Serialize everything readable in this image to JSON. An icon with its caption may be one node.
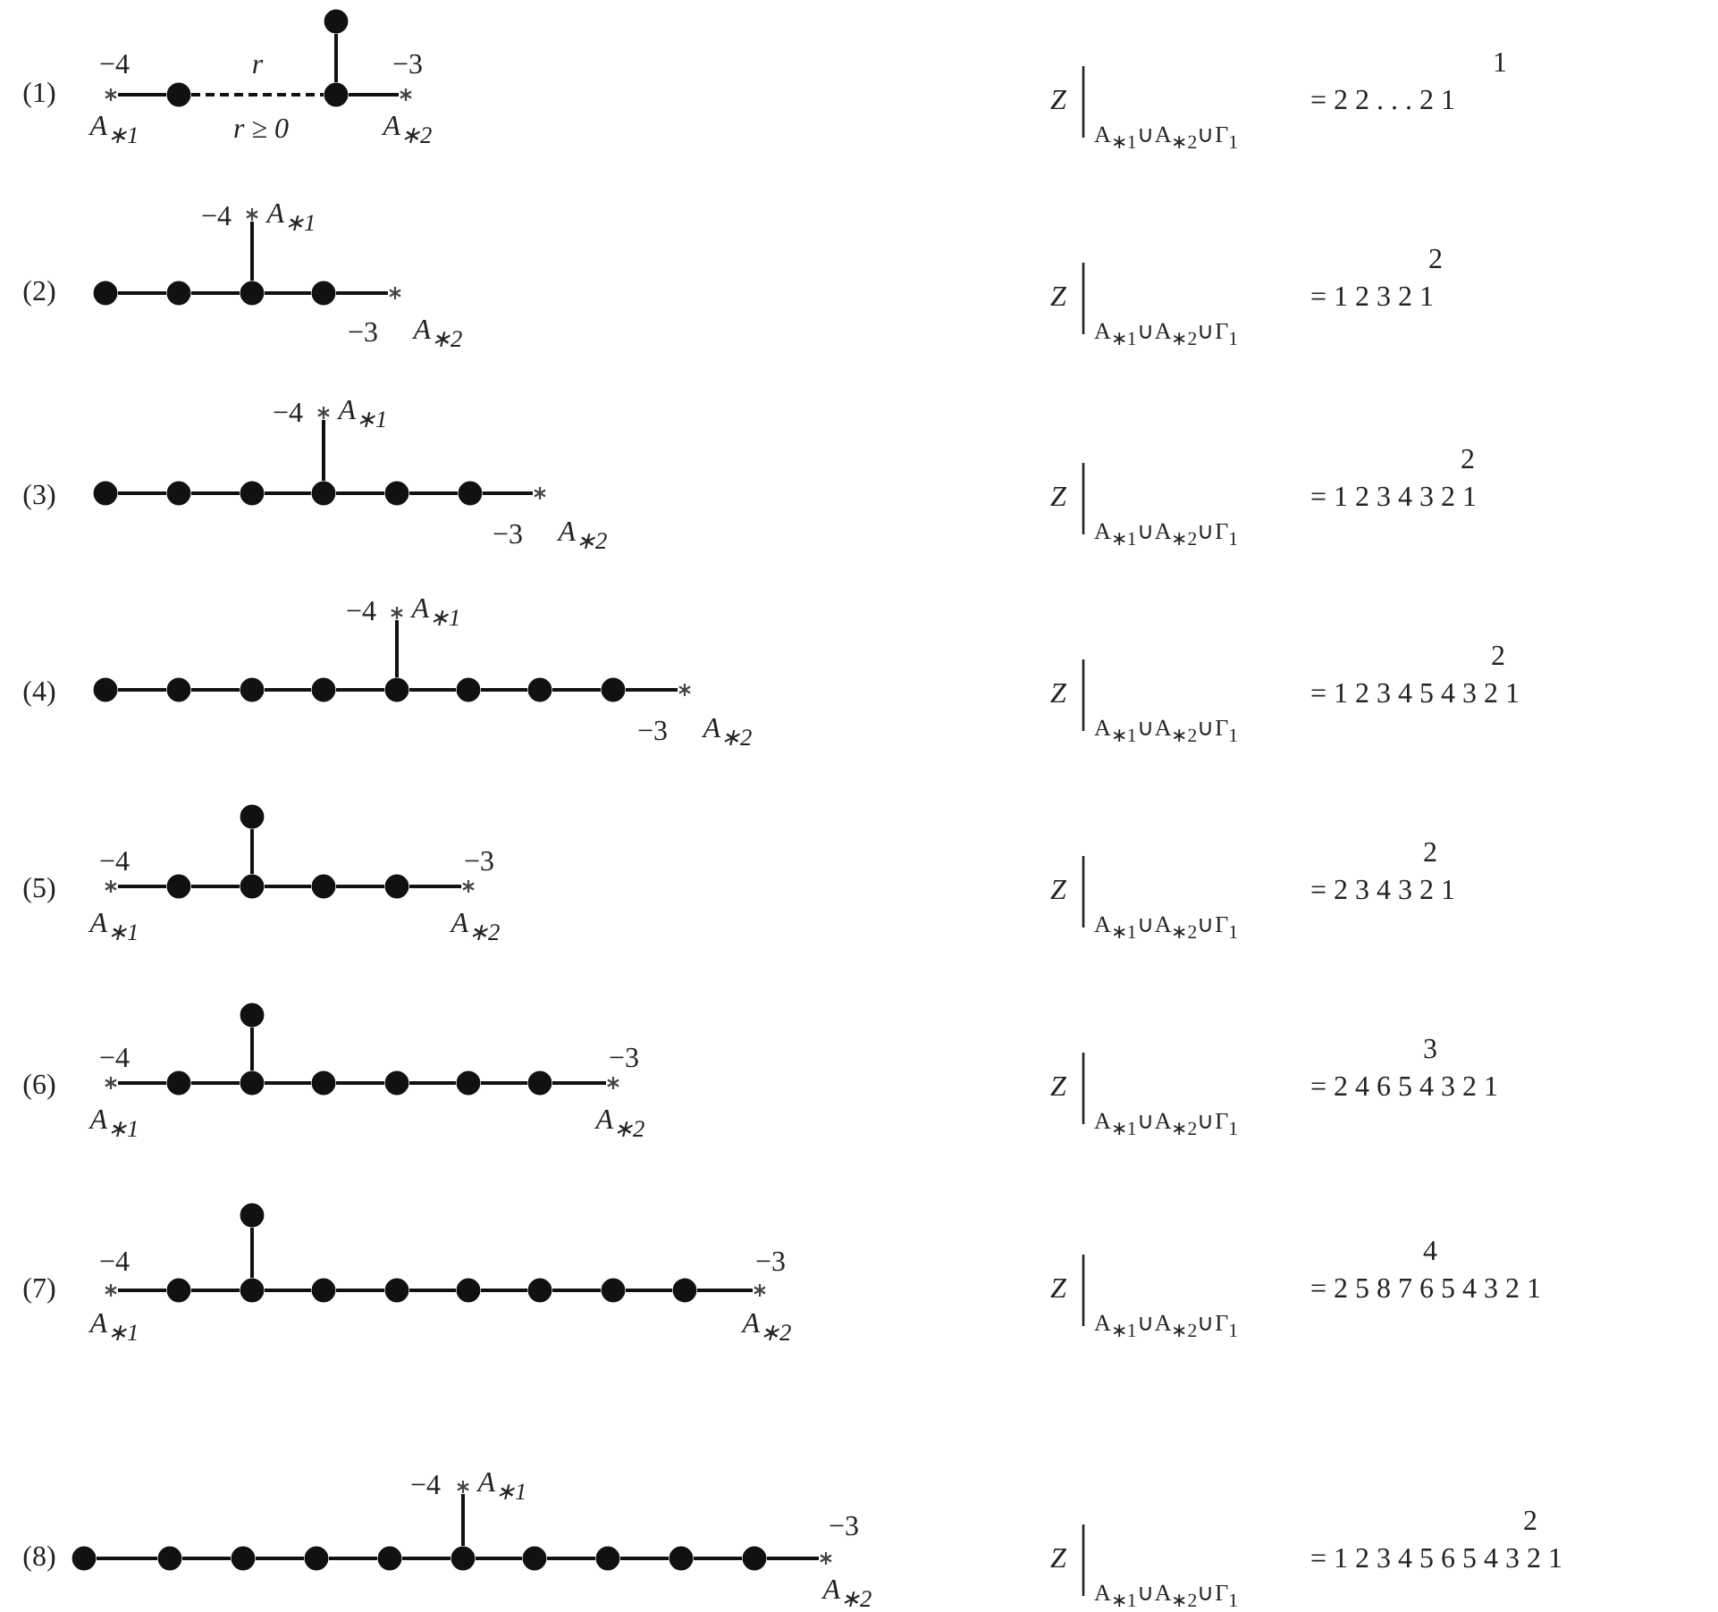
{
  "diagram": {
    "nodes": [
      {
        "text": [],
        "shape": "circle"
      },
      {
        "text": [],
        "shape": "asterisk"
      },
      {
        "text": [],
        "shape": "circle"
      },
      {
        "text": [],
        "shape": "circle"
      },
      {
        "text": [],
        "shape": "asterisk"
      },
      {
        "text": [],
        "shape": "asterisk"
      },
      {
        "text": [],
        "shape": "circle"
      },
      {
        "text": [],
        "shape": "circle"
      },
      {
        "text": [],
        "shape": "circle"
      },
      {
        "text": [],
        "shape": "circle"
      },
      {
        "text": [],
        "shape": "asterisk"
      },
      {
        "text": [],
        "shape": "asterisk"
      },
      {
        "text": [],
        "shape": "circle"
      },
      {
        "text": [],
        "shape": "circle"
      },
      {
        "text": [],
        "shape": "circle"
      },
      {
        "text": [],
        "shape": "circle"
      },
      {
        "text": [],
        "shape": "circle"
      },
      {
        "text": [],
        "shape": "circle"
      },
      {
        "text": [],
        "shape": "asterisk"
      },
      {
        "text": [],
        "shape": "asterisk"
      },
      {
        "text": [],
        "shape": "circle"
      },
      {
        "text": [],
        "shape": "circle"
      },
      {
        "text": [],
        "shape": "circle"
      },
      {
        "text": [],
        "shape": "circle"
      },
      {
        "text": [],
        "shape": "circle"
      },
      {
        "text": [],
        "shape": "circle"
      },
      {
        "text": [],
        "shape": "circle"
      },
      {
        "text": [],
        "shape": "circle"
      },
      {
        "text": [],
        "shape": "asterisk"
      },
      {
        "text": [],
        "shape": "circle"
      },
      {
        "text": [],
        "shape": "asterisk"
      },
      {
        "text": [],
        "shape": "circle"
      },
      {
        "text": [],
        "shape": "circle"
      },
      {
        "text": [],
        "shape": "circle"
      },
      {
        "text": [],
        "shape": "circle"
      },
      {
        "text": [],
        "shape": "asterisk"
      },
      {
        "text": [],
        "shape": "circle"
      },
      {
        "text": [],
        "shape": "asterisk"
      },
      {
        "text": [],
        "shape": "circle"
      },
      {
        "text": [],
        "shape": "circle"
      },
      {
        "text": [],
        "shape": "circle"
      },
      {
        "text": [],
        "shape": "circle"
      },
      {
        "text": [],
        "shape": "circle"
      },
      {
        "text": [],
        "shape": "circle"
      },
      {
        "text": [],
        "shape": "asterisk"
      },
      {
        "text": [],
        "shape": "circle"
      },
      {
        "text": [],
        "shape": "asterisk"
      },
      {
        "text": [],
        "shape": "circle"
      },
      {
        "text": [],
        "shape": "circle"
      },
      {
        "text": [],
        "shape": "circle"
      },
      {
        "text": [],
        "shape": "circle"
      },
      {
        "text": [],
        "shape": "circle"
      },
      {
        "text": [],
        "shape": "circle"
      },
      {
        "text": [],
        "shape": "circle"
      },
      {
        "text": [],
        "shape": "circle"
      },
      {
        "text": [],
        "shape": "asterisk"
      },
      {
        "text": [],
        "shape": "asterisk"
      },
      {
        "text": [],
        "shape": "circle"
      },
      {
        "text": [],
        "shape": "circle"
      },
      {
        "text": [],
        "shape": "circle"
      },
      {
        "text": [],
        "shape": "circle"
      },
      {
        "text": [],
        "shape": "circle"
      },
      {
        "text": [],
        "shape": "circle"
      },
      {
        "text": [],
        "shape": "circle"
      },
      {
        "text": [],
        "shape": "circle"
      },
      {
        "text": [],
        "shape": "circle"
      },
      {
        "text": [],
        "shape": "circle"
      },
      {
        "text": [],
        "shape": "asterisk"
      }
    ],
    "edges": [
      {
        "from": 1,
        "to": 2,
        "arrow": "none"
      },
      {
        "from": 2,
        "to": 3,
        "arrow": "none",
        "style": "dashed",
        "label": "r"
      },
      {
        "from": 3,
        "to": 0,
        "arrow": "none"
      },
      {
        "from": 3,
        "to": 4,
        "arrow": "none"
      },
      {
        "from": 6,
        "to": 7,
        "arrow": "none"
      },
      {
        "from": 7,
        "to": 8,
        "arrow": "none"
      },
      {
        "from": 8,
        "to": 9,
        "arrow": "none"
      },
      {
        "from": 9,
        "to": 10,
        "arrow": "none"
      },
      {
        "from": 8,
        "to": 5,
        "arrow": "none"
      },
      {
        "from": 12,
        "to": 13,
        "arrow": "none"
      },
      {
        "from": 13,
        "to": 14,
        "arrow": "none"
      },
      {
        "from": 14,
        "to": 15,
        "arrow": "none"
      },
      {
        "from": 15,
        "to": 16,
        "arrow": "none"
      },
      {
        "from": 16,
        "to": 17,
        "arrow": "none"
      },
      {
        "from": 17,
        "to": 18,
        "arrow": "none"
      },
      {
        "from": 15,
        "to": 11,
        "arrow": "none"
      },
      {
        "from": 20,
        "to": 21,
        "arrow": "none"
      },
      {
        "from": 21,
        "to": 22,
        "arrow": "none"
      },
      {
        "from": 22,
        "to": 23,
        "arrow": "none"
      },
      {
        "from": 23,
        "to": 24,
        "arrow": "none"
      },
      {
        "from": 24,
        "to": 25,
        "arrow": "none"
      },
      {
        "from": 25,
        "to": 26,
        "arrow": "none"
      },
      {
        "from": 26,
        "to": 27,
        "arrow": "none"
      },
      {
        "from": 27,
        "to": 28,
        "arrow": "none"
      },
      {
        "from": 24,
        "to": 19,
        "arrow": "none"
      },
      {
        "from": 30,
        "to": 31,
        "arrow": "none"
      },
      {
        "from": 31,
        "to": 32,
        "arrow": "none"
      },
      {
        "from": 32,
        "to": 33,
        "arrow": "none"
      },
      {
        "from": 33,
        "to": 34,
        "arrow": "none"
      },
      {
        "from": 34,
        "to": 35,
        "arrow": "none"
      },
      {
        "from": 32,
        "to": 29,
        "arrow": "none"
      },
      {
        "from": 37,
        "to": 38,
        "arrow": "none"
      },
      {
        "from": 38,
        "to": 39,
        "arrow": "none"
      },
      {
        "from": 39,
        "to": 40,
        "arrow": "none"
      },
      {
        "from": 40,
        "to": 41,
        "arrow": "none"
      },
      {
        "from": 41,
        "to": 42,
        "arrow": "none"
      },
      {
        "from": 42,
        "to": 43,
        "arrow": "none"
      },
      {
        "from": 43,
        "to": 44,
        "arrow": "none"
      },
      {
        "from": 39,
        "to": 36,
        "arrow": "none"
      },
      {
        "from": 46,
        "to": 47,
        "arrow": "none"
      },
      {
        "from": 47,
        "to": 48,
        "arrow": "none"
      },
      {
        "from": 48,
        "to": 49,
        "arrow": "none"
      },
      {
        "from": 49,
        "to": 50,
        "arrow": "none"
      },
      {
        "from": 50,
        "to": 51,
        "arrow": "none"
      },
      {
        "from": 51,
        "to": 52,
        "arrow": "none"
      },
      {
        "from": 52,
        "to": 53,
        "arrow": "none"
      },
      {
        "from": 53,
        "to": 54,
        "arrow": "none"
      },
      {
        "from": 54,
        "to": 55,
        "arrow": "none"
      },
      {
        "from": 48,
        "to": 45,
        "arrow": "none"
      },
      {
        "from": 57,
        "to": 58,
        "arrow": "none"
      },
      {
        "from": 58,
        "to": 59,
        "arrow": "none"
      },
      {
        "from": 59,
        "to": 60,
        "arrow": "none"
      },
      {
        "from": 60,
        "to": 61,
        "arrow": "none"
      },
      {
        "from": 61,
        "to": 62,
        "arrow": "none"
      },
      {
        "from": 62,
        "to": 63,
        "arrow": "none"
      },
      {
        "from": 63,
        "to": 64,
        "arrow": "none"
      },
      {
        "from": 64,
        "to": 65,
        "arrow": "none"
      },
      {
        "from": 65,
        "to": 66,
        "arrow": "none"
      },
      {
        "from": 66,
        "to": 67,
        "arrow": "none"
      },
      {
        "from": 62,
        "to": 56,
        "arrow": "none"
      }
    ],
    "labels": [
      "(1)",
      "−4",
      "−3",
      "A$_{∗1}$",
      "r ≥ 0",
      "A$_{∗2}$",
      "1",
      "Z",
      "A$_{∗1}$∪A$_{∗2}$∪Γ$_{1}$",
      "= 2 2 . . . 2 1",
      "(2)",
      "−4",
      "A$_{∗1}$",
      "−3",
      "A$_{∗2}$",
      "2",
      "Z",
      "A$_{∗1}$∪A$_{∗2}$∪Γ$_{1}$",
      "= 1 2 3 2 1",
      "(3)",
      "−4",
      "A$_{∗1}$",
      "−3",
      "A$_{∗2}$",
      "2",
      "Z",
      "A$_{∗1}$∪A$_{∗2}$∪Γ$_{1}$",
      "= 1 2 3 4 3 2 1",
      "(4)",
      "−4",
      "A$_{∗1}$",
      "−3",
      "A$_{∗2}$",
      "2",
      "Z",
      "A$_{∗1}$∪A$_{∗2}$∪Γ$_{1}$",
      "= 1 2 3 4 5 4 3 2 1",
      "(5)",
      "−4",
      "−3",
      "A$_{∗1}$",
      "A$_{∗2}$",
      "2",
      "Z",
      "A$_{∗1}$∪A$_{∗2}$∪Γ$_{1}$",
      "= 2 3 4 3 2 1",
      "(6)",
      "−4",
      "−3",
      "A$_{∗1}$",
      "A$_{∗2}$",
      "3",
      "Z",
      "A$_{∗1}$∪A$_{∗2}$∪Γ$_{1}$",
      "= 2 4 6 5 4 3 2 1",
      "(7)",
      "−4",
      "−3",
      "A$_{∗1}$",
      "A$_{∗2}$",
      "4",
      "Z",
      "A$_{∗1}$∪A$_{∗2}$∪Γ$_{1}$",
      "= 2 5 8 7 6 5 4 3 2 1",
      "(8)",
      "−4",
      "A$_{∗1}$",
      "−3",
      "A$_{∗2}$",
      "2",
      "Z",
      "A$_{∗1}$∪A$_{∗2}$∪Γ$_{1}$",
      "= 1 2 3 4 5 6 5 4 3 2 1"
    ]
  }
}
